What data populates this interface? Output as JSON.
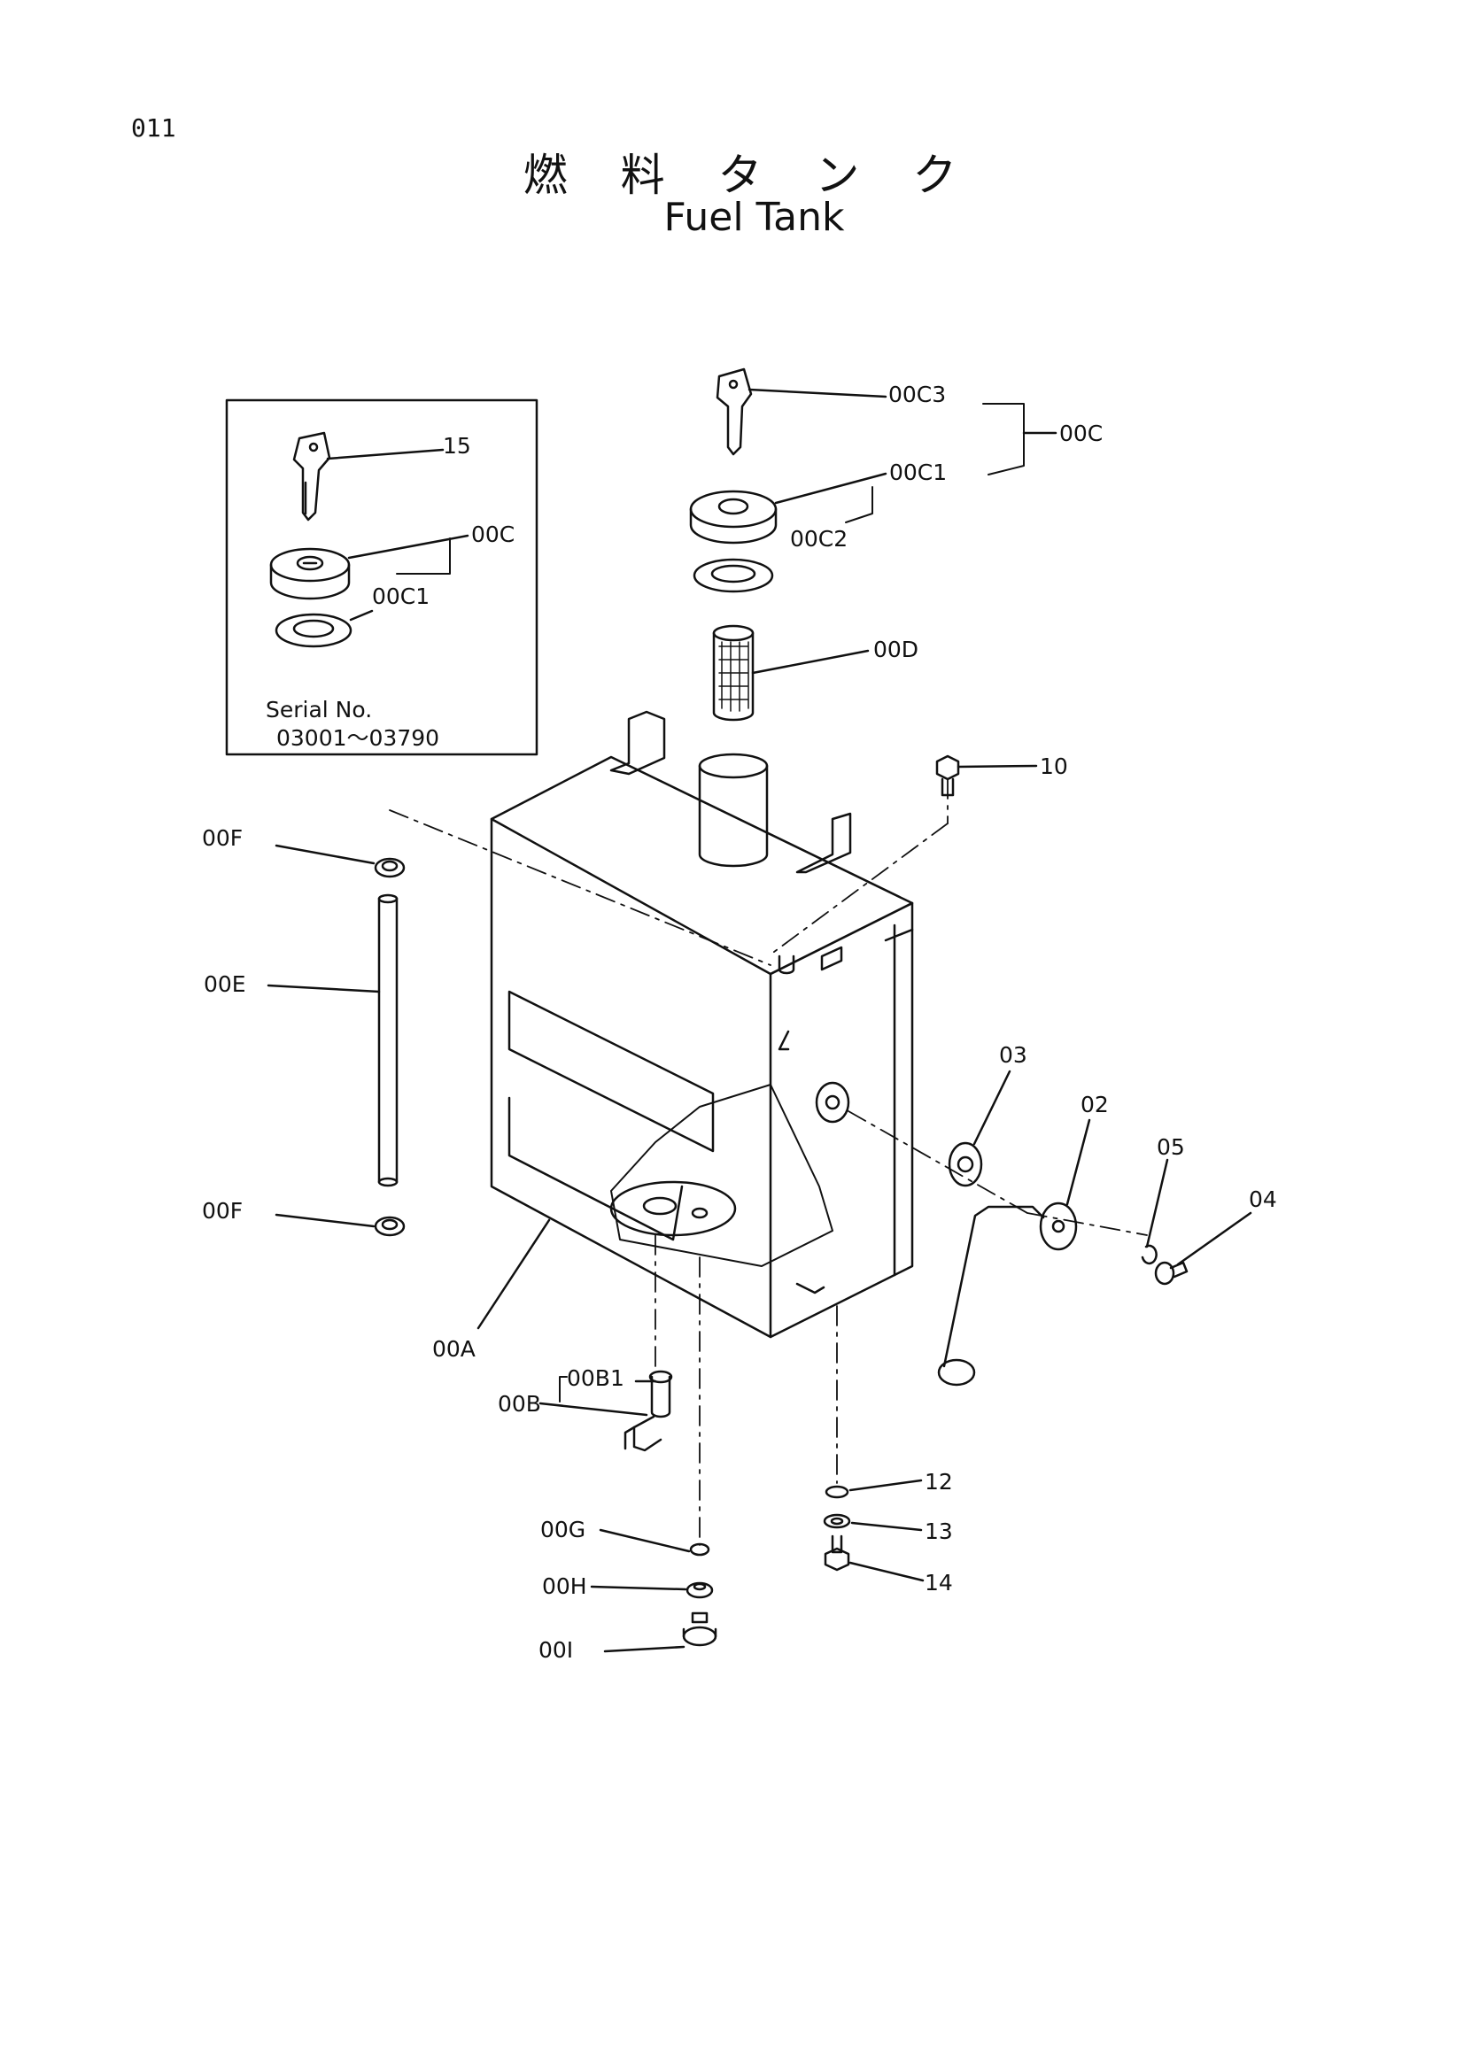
{
  "page_number": "011",
  "title_jp": "燃 料 タ ン ク",
  "title_en": "Fuel Tank",
  "inset": {
    "serial_label": "Serial No.",
    "serial_range": "03001～03790",
    "labels": {
      "key": "15",
      "cap": "00C",
      "gasket": "00C1"
    }
  },
  "parts": {
    "p00C3": "00C3",
    "p00C": "00C",
    "p00C1": "00C1",
    "p00C2": "00C2",
    "p00D": "00D",
    "p10": "10",
    "p00F_top": "00F",
    "p00E": "00E",
    "p00F_bottom": "00F",
    "p03": "03",
    "p02": "02",
    "p05": "05",
    "p04": "04",
    "p00A": "00A",
    "p00B1": "00B1",
    "p00B": "00B",
    "p12": "12",
    "p13": "13",
    "p14": "14",
    "p00G": "00G",
    "p00H": "00H",
    "p00I": "00I"
  }
}
